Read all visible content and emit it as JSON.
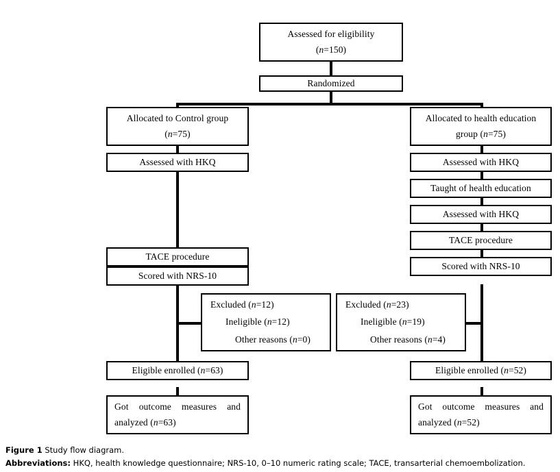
{
  "figure": {
    "title_label": "Figure 1",
    "title_text": "Study flow diagram.",
    "abbrev_label": "Abbreviations:",
    "abbrev_text": "HKQ, health knowledge questionnaire; NRS-10, 0–10 numeric rating scale; TACE, transarterial chemoembolization."
  },
  "colors": {
    "line": "#000000",
    "box_border": "#000000",
    "background": "#ffffff",
    "text": "#000000"
  },
  "diagram": {
    "type": "consort-flow-diagram",
    "enrollment": {
      "assessed": {
        "line1": "Assessed for eligibility",
        "line2_pre": "(",
        "line2_n": "n",
        "line2_post": "=150)"
      },
      "randomized": {
        "line1": "Randomized"
      }
    },
    "left_arm": {
      "allocation": {
        "line1": "Allocated to Control group",
        "line2_pre": "(",
        "line2_n": "n",
        "line2_post": "=75)"
      },
      "steps": [
        {
          "label": "Assessed with HKQ"
        },
        {
          "label": "TACE procedure"
        },
        {
          "label": "Scored with NRS-10"
        }
      ],
      "excluded": {
        "line1_pre": "Excluded (",
        "line1_n": "n",
        "line1_post": "=12)",
        "line2_pre": "Ineligible (",
        "line2_n": "n",
        "line2_post": "=12)",
        "line3_pre": "Other reasons (",
        "line3_n": "n",
        "line3_post": "=0)"
      },
      "enrolled": {
        "pre": "Eligible enrolled (",
        "n": "n",
        "post": "=63)"
      },
      "analyzed": {
        "w1": "Got",
        "w2": "outcome",
        "w3": "measures",
        "w4": "and",
        "line2_pre": "analyzed (",
        "line2_n": "n",
        "line2_post": "=63)"
      }
    },
    "right_arm": {
      "allocation": {
        "line1": "Allocated to health education",
        "line2_pre": "group (",
        "line2_n": "n",
        "line2_post": "=75)"
      },
      "steps": [
        {
          "label": "Assessed with HKQ"
        },
        {
          "label": "Taught of health education"
        },
        {
          "label": "Assessed with HKQ"
        },
        {
          "label": "TACE procedure"
        },
        {
          "label": "Scored with NRS-10"
        }
      ],
      "excluded": {
        "line1_pre": "Excluded (",
        "line1_n": "n",
        "line1_post": "=23)",
        "line2_pre": "Ineligible (",
        "line2_n": "n",
        "line2_post": "=19)",
        "line3_pre": "Other reasons (",
        "line3_n": "n",
        "line3_post": "=4)"
      },
      "enrolled": {
        "pre": "Eligible enrolled (",
        "n": "n",
        "post": "=52)"
      },
      "analyzed": {
        "w1": "Got",
        "w2": "outcome",
        "w3": "measures",
        "w4": "and",
        "line2_pre": "analyzed (",
        "line2_n": "n",
        "line2_post": "=52)"
      }
    }
  }
}
